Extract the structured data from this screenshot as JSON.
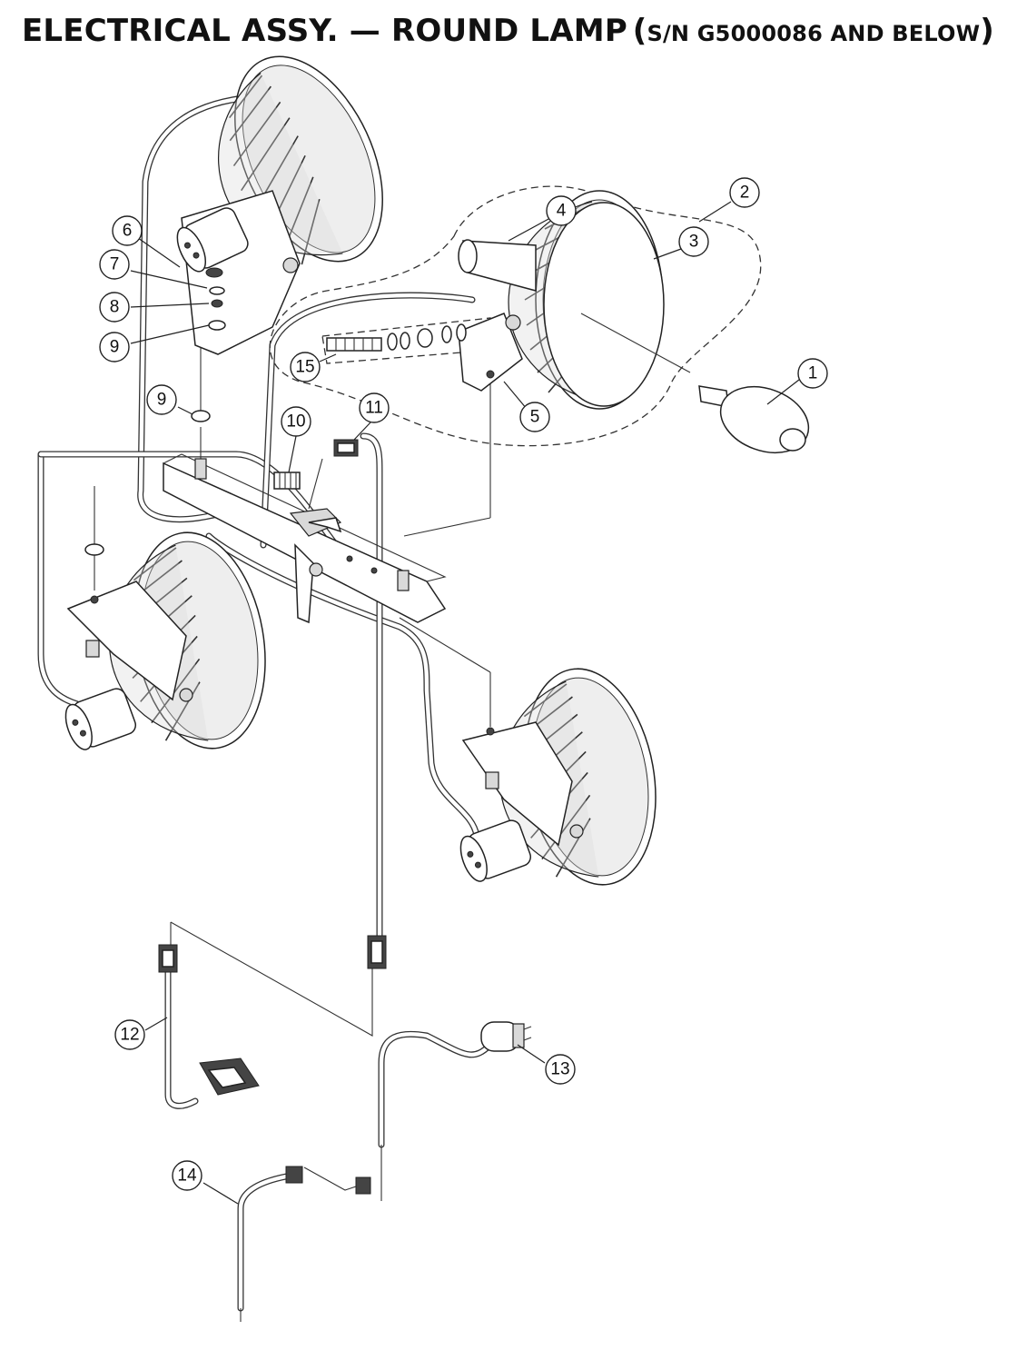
{
  "title": {
    "main": "ELECTRICAL ASSY. — ROUND LAMP",
    "paren_open": "(",
    "sub": "S/N G5000086 AND BELOW",
    "paren_close": ")"
  },
  "callouts": [
    {
      "number": "1"
    },
    {
      "number": "2"
    },
    {
      "number": "3"
    },
    {
      "number": "4"
    },
    {
      "number": "5"
    },
    {
      "number": "6"
    },
    {
      "number": "7"
    },
    {
      "number": "8"
    },
    {
      "number": "9"
    },
    {
      "number": "9"
    },
    {
      "number": "10"
    },
    {
      "number": "11"
    },
    {
      "number": "12"
    },
    {
      "number": "13"
    },
    {
      "number": "14"
    },
    {
      "number": "15"
    }
  ]
}
